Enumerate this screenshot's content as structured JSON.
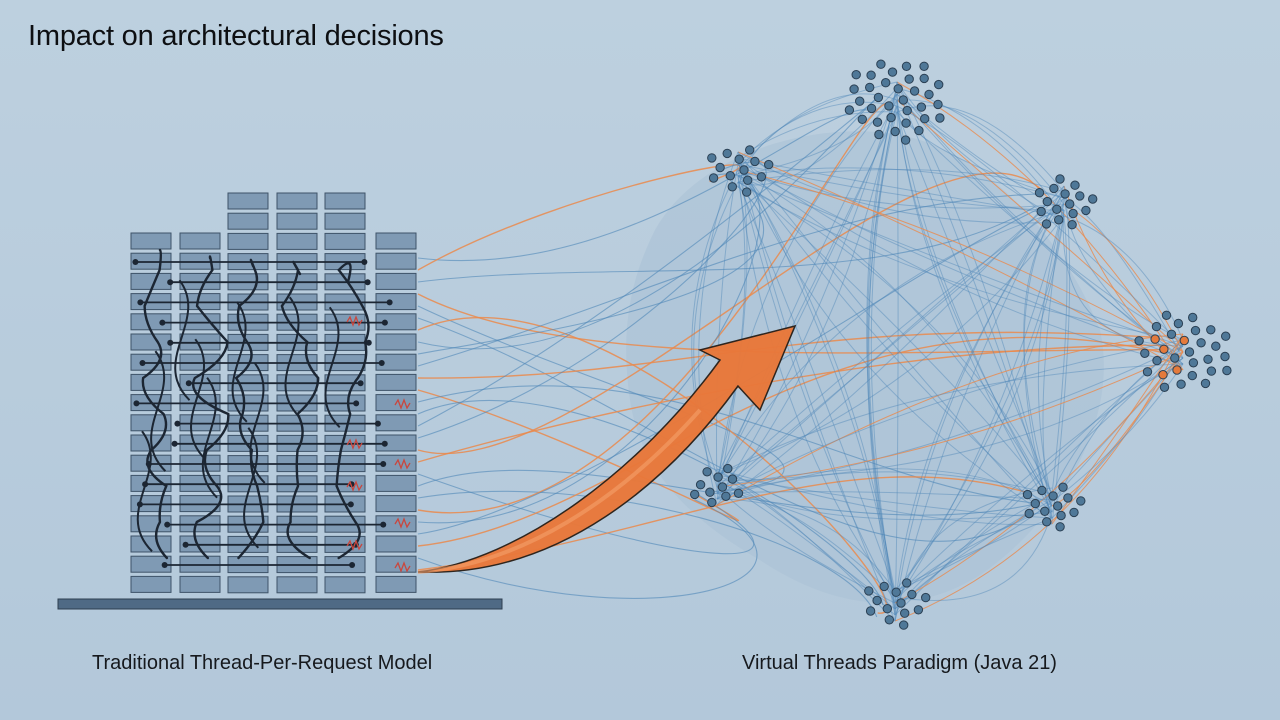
{
  "title": "Impact on architectural decisions",
  "captions": {
    "left": "Traditional Thread-Per-Request Model",
    "right": "Virtual Threads Paradigm (Java 21)"
  },
  "colors": {
    "background": "#b6cbdc",
    "block_fill": "#7f9ab4",
    "block_stroke": "#3e5368",
    "thread_line": "#1c2633",
    "blocked_mark": "#c9473e",
    "node_blue": "#4f7898",
    "node_orange": "#e47a3c",
    "flow_blue": "#4f87b8",
    "flow_orange": "#ea8a4c",
    "arrow_orange": "#f07a38"
  },
  "icons": {
    "transition_arrow": "curved-arrow-right-icon",
    "blocked_marker": "zigzag-icon"
  }
}
